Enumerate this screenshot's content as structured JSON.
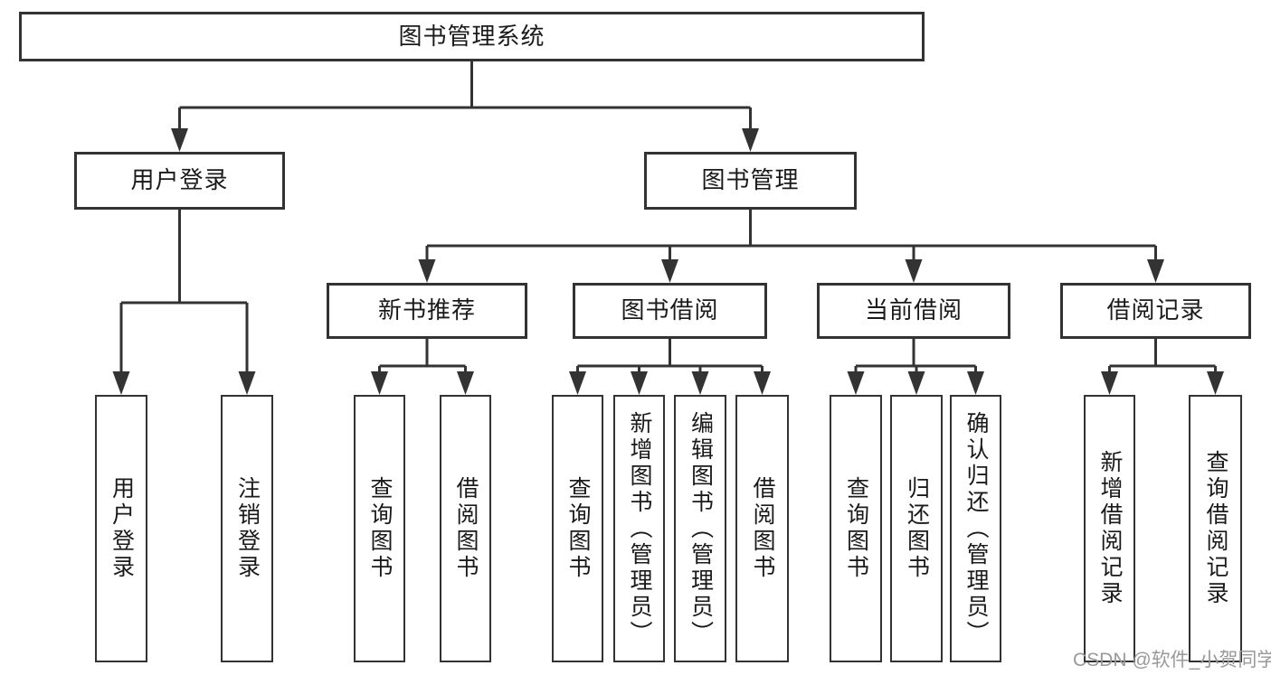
{
  "diagram_type": "hierarchy-tree",
  "tree": {
    "label": "图书管理系统",
    "children": [
      {
        "label": "用户登录",
        "children": [
          {
            "label": "用户登录"
          },
          {
            "label": "注销登录"
          }
        ]
      },
      {
        "label": "图书管理",
        "children": [
          {
            "label": "新书推荐",
            "children": [
              {
                "label": "查询图书"
              },
              {
                "label": "借阅图书"
              }
            ]
          },
          {
            "label": "图书借阅",
            "children": [
              {
                "label": "查询图书"
              },
              {
                "label": "新增图书（管理员）"
              },
              {
                "label": "编辑图书（管理员）"
              },
              {
                "label": "借阅图书"
              }
            ]
          },
          {
            "label": "当前借阅",
            "children": [
              {
                "label": "查询图书"
              },
              {
                "label": "归还图书"
              },
              {
                "label": "确认归还（管理员）"
              }
            ]
          },
          {
            "label": "借阅记录",
            "children": [
              {
                "label": "新增借阅记录"
              },
              {
                "label": "查询借阅记录"
              }
            ]
          }
        ]
      }
    ]
  },
  "watermark": {
    "text": "CSDN @软件_小贺同学"
  },
  "colors": {
    "line": "#333333",
    "box_border": "#333333",
    "text": "#1a1a1a",
    "watermark": "#999999",
    "background": "#ffffff"
  }
}
